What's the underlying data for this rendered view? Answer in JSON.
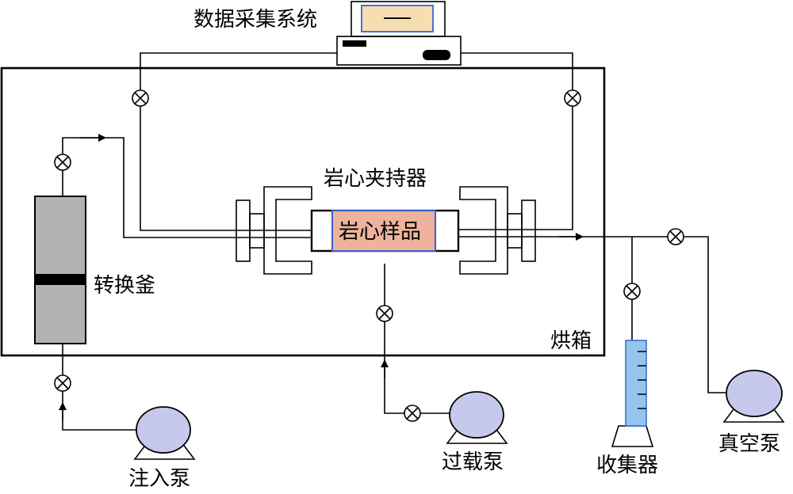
{
  "labels": {
    "data_acquisition": "数据采集系统",
    "core_holder": "岩心夹持器",
    "core_sample": "岩心样品",
    "transfer_vessel": "转换釜",
    "oven": "烘箱",
    "injection_pump": "注入泵",
    "overburden_pump": "过载泵",
    "collector": "收集器",
    "vacuum_pump": "真空泵"
  },
  "colors": {
    "line": "#000000",
    "monitor_screen": "#f5dfb2",
    "monitor_bezel": "#4c6fd6",
    "core_sample": "#eeb39c",
    "core_sample_edge": "#3a5fc8",
    "vessel": "#b3b3b3",
    "pump": "#c7c9ec",
    "collector_tube": "#93c5ee",
    "collector_edge": "#3a6fc8"
  }
}
